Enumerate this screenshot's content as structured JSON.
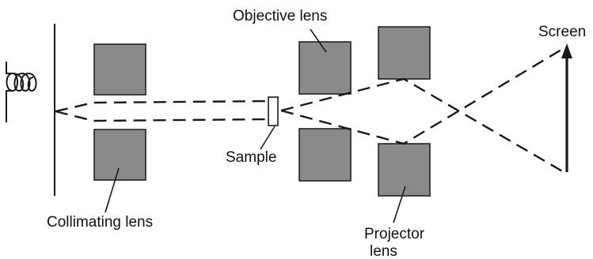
{
  "labels": {
    "objective": "Objective lens",
    "screen": "Screen",
    "sample": "Sample",
    "collimating": "Collimating lens",
    "projector_line1": "Projector",
    "projector_line2": "lens"
  },
  "colors": {
    "lens_fill": "#8a8a8a",
    "line": "#1a1a1a",
    "background": "#ffffff"
  }
}
